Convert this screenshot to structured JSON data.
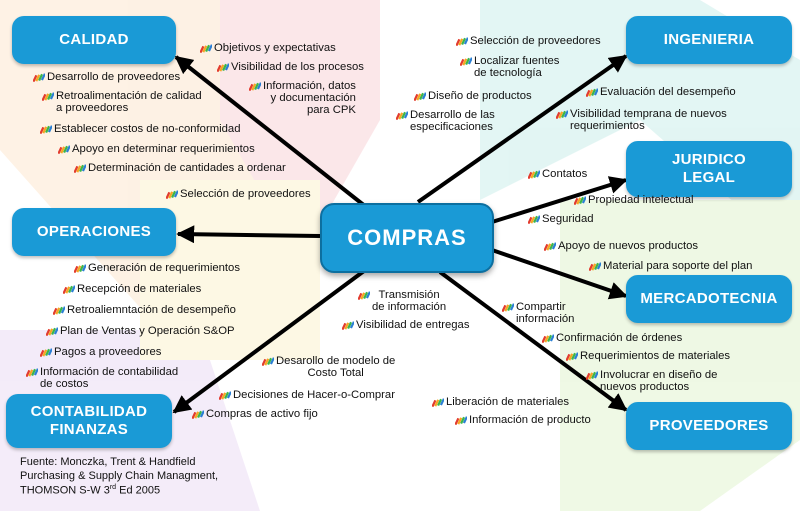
{
  "center": {
    "label": "COMPRAS"
  },
  "departments": {
    "calidad": "CALIDAD",
    "operaciones": "OPERACIONES",
    "contabilidad_l1": "CONTABILIDAD",
    "contabilidad_l2": "FINANZAS",
    "ingenieria": "INGENIERIA",
    "juridico_l1": "JURIDICO",
    "juridico_l2": "LEGAL",
    "mercadotecnia": "MERCADOTECNIA",
    "proveedores": "PROVEEDORES"
  },
  "items": {
    "cal_obj": "Objetivos y expectativas",
    "cal_vis": "Visibilidad de los procesos",
    "cal_info": "Información, datos\ny documentación\npara CPK",
    "cal_des": "Desarrollo de proveedores",
    "cal_ret": "Retroalimentación de calidad\na proveedores",
    "cal_cos": "Establecer costos de no-conformidad",
    "cal_apo": "Apoyo en determinar requerimientos",
    "cal_det": "Determinación de cantidades a ordenar",
    "ope_sel": "Selección de proveedores",
    "ope_gen": "Generación de requerimientos",
    "ope_rec": "Recepción de materiales",
    "ope_ret": "Retroaliemntación de desempeño",
    "ope_plan": "Plan de Ventas y Operación S&OP",
    "con_pag": "Pagos a proveedores",
    "con_inf": "Información de contabilidad\nde costos",
    "con_mod": "Desarollo de modelo de\nCosto Total",
    "con_dec": "Decisiones de Hacer-o-Comprar",
    "con_act": "Compras de activo fijo",
    "ing_sel": "Selección de proveedores",
    "ing_loc": "Localizar fuentes\nde tecnología",
    "ing_dis": "Diseño de productos",
    "ing_esp": "Desarrollo de las\nespecificaciones",
    "ing_eva": "Evaluación del desempeño",
    "ing_vis": "Visibilidad temprana de nuevos\nrequerimientos",
    "jur_con": "Contatos",
    "jur_pro": "Propiedad intelectual",
    "jur_seg": "Seguridad",
    "mer_apo": "Apoyo de nuevos productos",
    "mer_mat": "Material para soporte del plan",
    "pro_com": "Compartir\ninformación",
    "pro_conf": "Confirmación de órdenes",
    "pro_req": "Requerimientos de materiales",
    "pro_inv": "Involucrar en diseño de\nnuevos productos",
    "pro_tra": "Transmisión\nde información",
    "pro_vis": "Visibilidad de entregas",
    "pro_lib": "Liberación de materiales",
    "pro_inf": "Información de producto"
  },
  "source": {
    "line1": "Fuente: Monczka, Trent & Handfield",
    "line2": "Purchasing & Supply Chain Managment,",
    "line3_a": "THOMSON S-W 3",
    "line3_sup": "rd",
    "line3_b": " Ed 2005"
  },
  "colors": {
    "box": "#1a9ad6",
    "arrow": "#000000",
    "icon": [
      "#e23b2e",
      "#f5a623",
      "#3bb54a",
      "#2a7fd4"
    ]
  }
}
